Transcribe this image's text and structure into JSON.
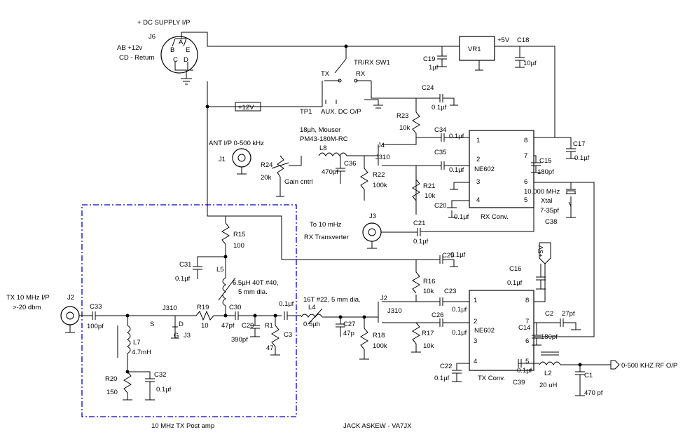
{
  "supply": {
    "title": "+ DC SUPPLY I/P",
    "jack": "J6",
    "pin_a": "A",
    "pin_b": "B",
    "pin_c": "C",
    "pin_d": "D",
    "pin_e": "E",
    "note1": "AB +12v",
    "note2": "CD - Return"
  },
  "reg": {
    "name": "VR1",
    "out": "+5V"
  },
  "switch": {
    "name": "TR/RX  SW1",
    "tx": "TX",
    "rx": "RX",
    "tp": "TP1",
    "aux": "AUX. DC O/P"
  },
  "plus12": "+12V",
  "plus5": "+5V",
  "caps": {
    "c18": "C18",
    "c18v": "10µf",
    "c19": "C19",
    "c19v": "1µf",
    "c24": "C24",
    "c24v": "0.1µf",
    "c34": "C34",
    "c34v": "0.1µf",
    "c35": "C35",
    "c35v": "0.1µf",
    "c36": "C36",
    "c36v": "470pf",
    "c17": "C17",
    "c17v": "0.1µf",
    "c15": "C15",
    "c15v": "180pf",
    "c20": "C20",
    "c20v": "0.1µf",
    "c21": "C21",
    "c21v": "0.1µf",
    "c38": "C38",
    "c38v": "7-35pf",
    "c25": "C25",
    "c25v": "0.1µf",
    "c31": "C31",
    "c31v": "0.1µf",
    "c30": "C30",
    "c30v": "47pf",
    "c29": "C29",
    "c29v": "390pf",
    "c3": "C3",
    "c3v": "0.1µf",
    "c27": "C27",
    "c27v": "47p",
    "c33": "C33",
    "c33v": "100pf",
    "c32": "C32",
    "c32v": "0.1µf",
    "c23": "C23",
    "c23v": "0.1µf",
    "c26": "C26",
    "c26v": "0.1µf",
    "c16": "C16",
    "c16v": "0.1µf",
    "c2": "C2",
    "c2v": "27pf",
    "c14": "C14",
    "c14v": "180pf",
    "c22": "C22",
    "c22v": "0.1µf",
    "c39": "C39",
    "c39v": "0.1µf",
    "c1": "C1",
    "c1v": "470 pf"
  },
  "res": {
    "r23": "R23",
    "r23v": "10k",
    "r24": "R24",
    "r24v": "20k",
    "gain": "Gain cntrl",
    "r22": "R22",
    "r22v": "100k",
    "r21": "R21",
    "r21v": "10k",
    "r15": "R15",
    "r15v": "100",
    "r19": "R19",
    "r19v": "10",
    "r1": "R1",
    "r1v": "47",
    "r16": "R16",
    "r16v": "10k",
    "r18": "R18",
    "r18v": "100k",
    "r17": "R17",
    "r17v": "10k",
    "r20": "R20",
    "r20v": "150"
  },
  "inductors": {
    "l8": "L8",
    "l8note1": "18µh, Mouser",
    "l8note2": "PM43-180M-RC",
    "l5": "L5",
    "l5note1": "6.5µH 40T #40,",
    "l5note2": "5 mm dia.",
    "l4": "L4",
    "l4v": "0.5µh",
    "l4note": "16T #22, 5 mm dia.",
    "l7": "L7",
    "l7v": "4.7mH",
    "l2": "L2",
    "l2v": "20 uH"
  },
  "rx": {
    "ant": "ANT I/P 0-500 kHz",
    "j1": "J1",
    "j4": "J4",
    "fet": "J310",
    "ic": "NE602",
    "conv": "RX Conv.",
    "j3": "J3",
    "trans1": "To 10 mHz",
    "trans2": "RX Transverter",
    "xtal1": "10.000 MHz",
    "xtal2": "Xtal"
  },
  "tx": {
    "in1": "TX 10 MHz I/P",
    "in2": ">-20 dbm",
    "j2": "J2",
    "fet": "J310",
    "j3": "J3",
    "s": "S",
    "d": "D",
    "g": "G",
    "j2b": "J2",
    "fet2": "J310",
    "ic": "NE602",
    "conv": "TX Conv.",
    "out": "0-500 KHZ RF O/P",
    "box": "10 MHz TX Post amp"
  },
  "ic_pins": [
    "1",
    "2",
    "3",
    "4",
    "5",
    "6",
    "7",
    "8"
  ],
  "author": "JACK ASKEW -  VA7JX"
}
